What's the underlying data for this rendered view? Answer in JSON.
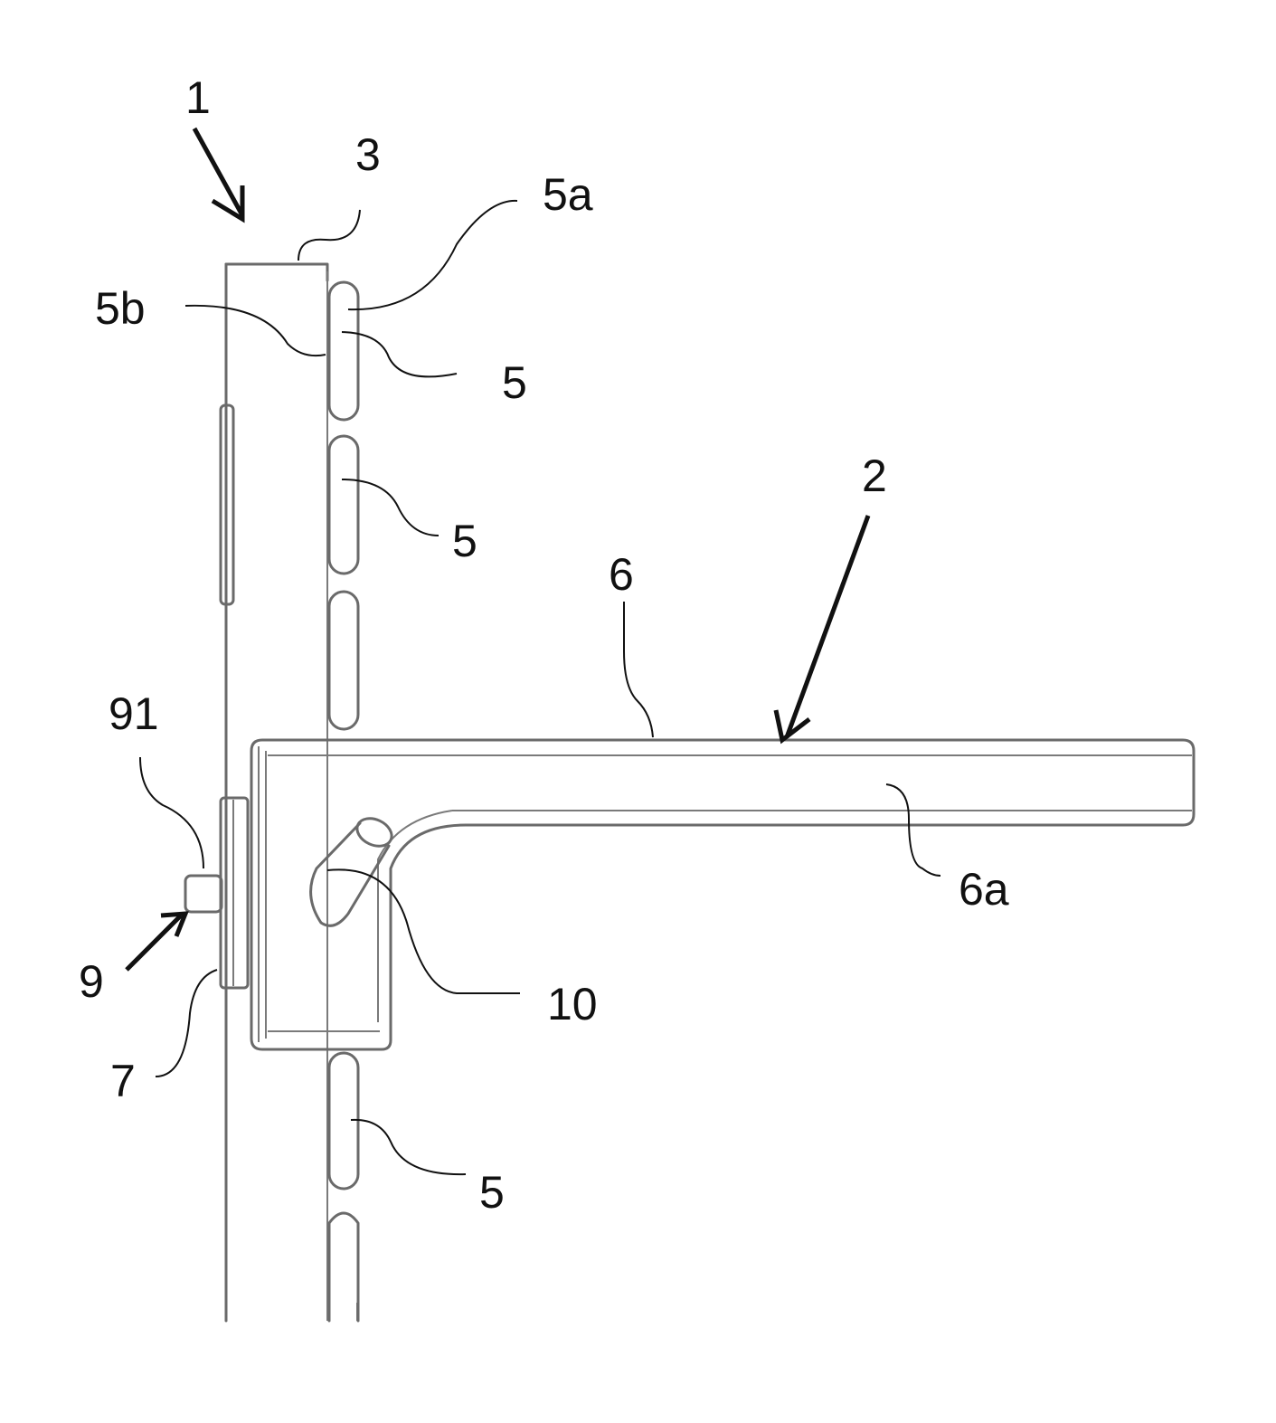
{
  "figure": {
    "labels": {
      "l1": "1",
      "l2": "2",
      "l3": "3",
      "l5a": "5a",
      "l5b": "5b",
      "l5_top": "5",
      "l5_mid": "5",
      "l5_bottom": "5",
      "l6": "6",
      "l6a": "6a",
      "l7": "7",
      "l9": "9",
      "l91": "91",
      "l10": "10"
    },
    "colors": {
      "line": "#6a6a6a",
      "leader": "#111111",
      "background": "#ffffff"
    }
  }
}
